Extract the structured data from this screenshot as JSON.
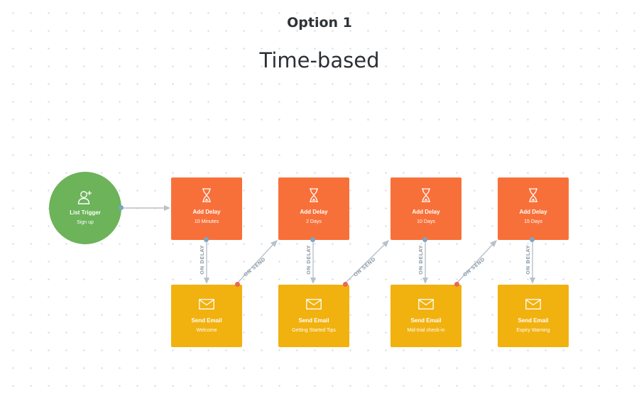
{
  "option_label": "Option 1",
  "flow_title": "Time-based",
  "trigger": {
    "title": "List Trigger",
    "subtitle": "Sign up",
    "icon": "user-add-icon",
    "color": "#6cb35a"
  },
  "delays": [
    {
      "title": "Add Delay",
      "subtitle": "10 Minutes",
      "icon": "hourglass-icon"
    },
    {
      "title": "Add Delay",
      "subtitle": "2 Days",
      "icon": "hourglass-icon"
    },
    {
      "title": "Add Delay",
      "subtitle": "10 Days",
      "icon": "hourglass-icon"
    },
    {
      "title": "Add Delay",
      "subtitle": "15 Days",
      "icon": "hourglass-icon"
    }
  ],
  "emails": [
    {
      "title": "Send Email",
      "subtitle": "Welcome",
      "icon": "envelope-icon"
    },
    {
      "title": "Send Email",
      "subtitle": "Getting Started Tips",
      "icon": "envelope-icon"
    },
    {
      "title": "Send Email",
      "subtitle": "Mid-trial check-in",
      "icon": "envelope-icon"
    },
    {
      "title": "Send Email",
      "subtitle": "Expiry Warning",
      "icon": "envelope-icon"
    }
  ],
  "connector_labels": {
    "on_delay": "ON DELAY",
    "on_send": "ON SEND"
  },
  "colors": {
    "delay": "#f87039",
    "email": "#f1b10f",
    "connector": "#b8c0c8",
    "port_out": "#7ba6c5",
    "port_send": "#e8675a"
  }
}
